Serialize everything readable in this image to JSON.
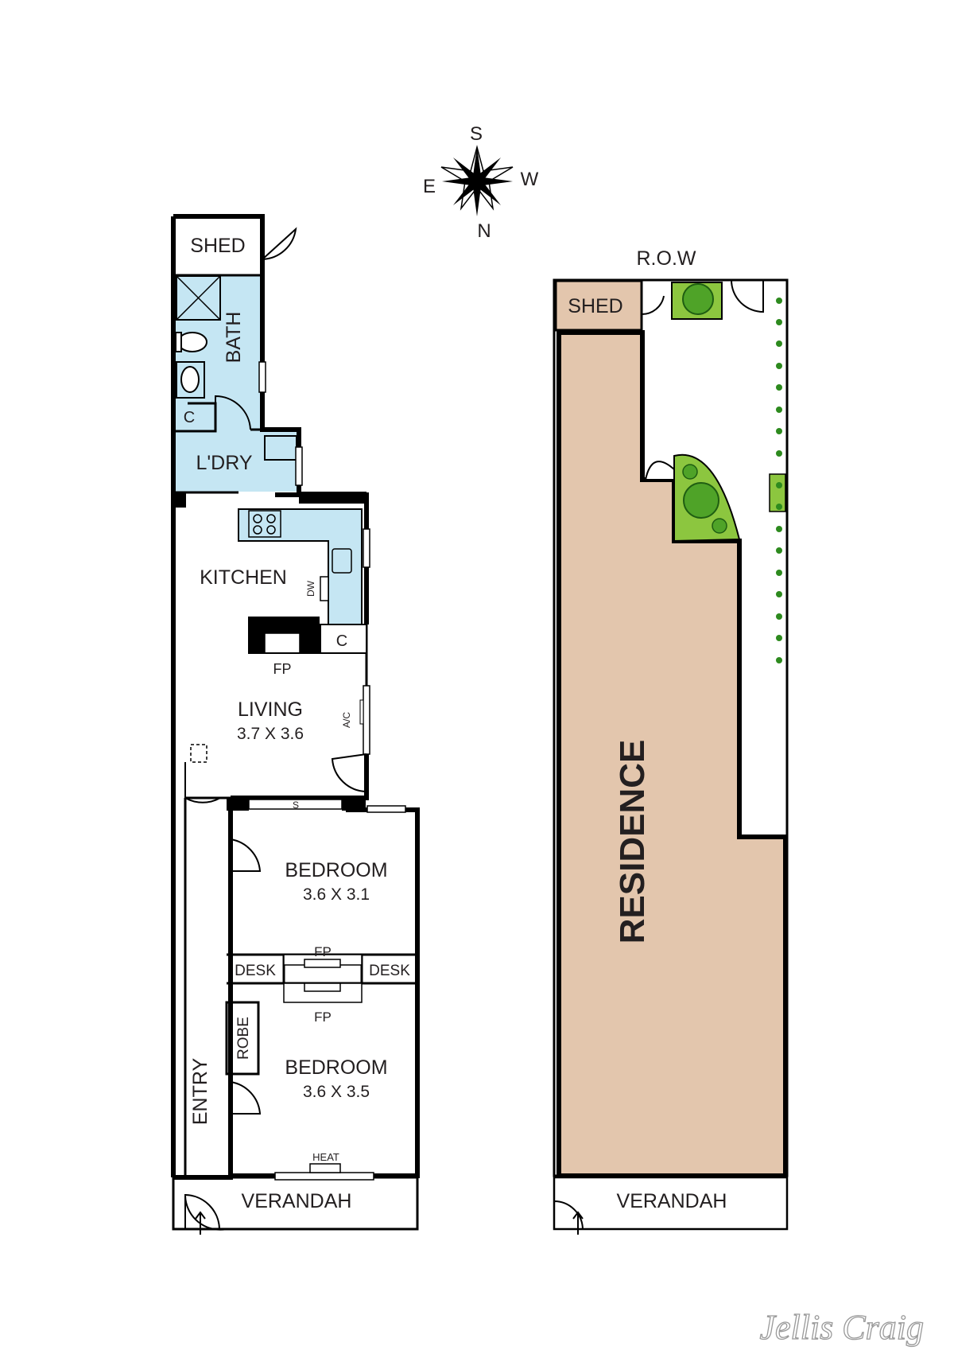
{
  "compass": {
    "north": "N",
    "south": "S",
    "east": "E",
    "west": "W"
  },
  "floor_plan": {
    "rooms": {
      "shed": "SHED",
      "bath": "BATH",
      "cupboard_bath": "C",
      "laundry": "L'DRY",
      "kitchen": "KITCHEN",
      "dishwasher": "DW",
      "cupboard_kitchen": "C",
      "fireplace_living": "FP",
      "living": "LIVING",
      "living_size": "3.7 X 3.6",
      "aircon": "A/C",
      "shelf": "S",
      "bedroom1": "BEDROOM",
      "bedroom1_size": "3.6 X 3.1",
      "fireplace_bed1": "FP",
      "desk_left": "DESK",
      "desk_right": "DESK",
      "fireplace_bed2": "FP",
      "robe": "ROBE",
      "bedroom2": "BEDROOM",
      "bedroom2_size": "3.6 X 3.5",
      "heat": "HEAT",
      "entry": "ENTRY",
      "verandah": "VERANDAH"
    }
  },
  "site_plan": {
    "row": "R.O.W",
    "shed": "SHED",
    "residence": "RESIDENCE",
    "verandah": "VERANDAH"
  },
  "brand": {
    "name": "Jellis Craig"
  },
  "colors": {
    "wet_area": "#c5e6f3",
    "residence": "#e3c6ad",
    "garden": "#8cc63f",
    "wall": "#000000"
  }
}
